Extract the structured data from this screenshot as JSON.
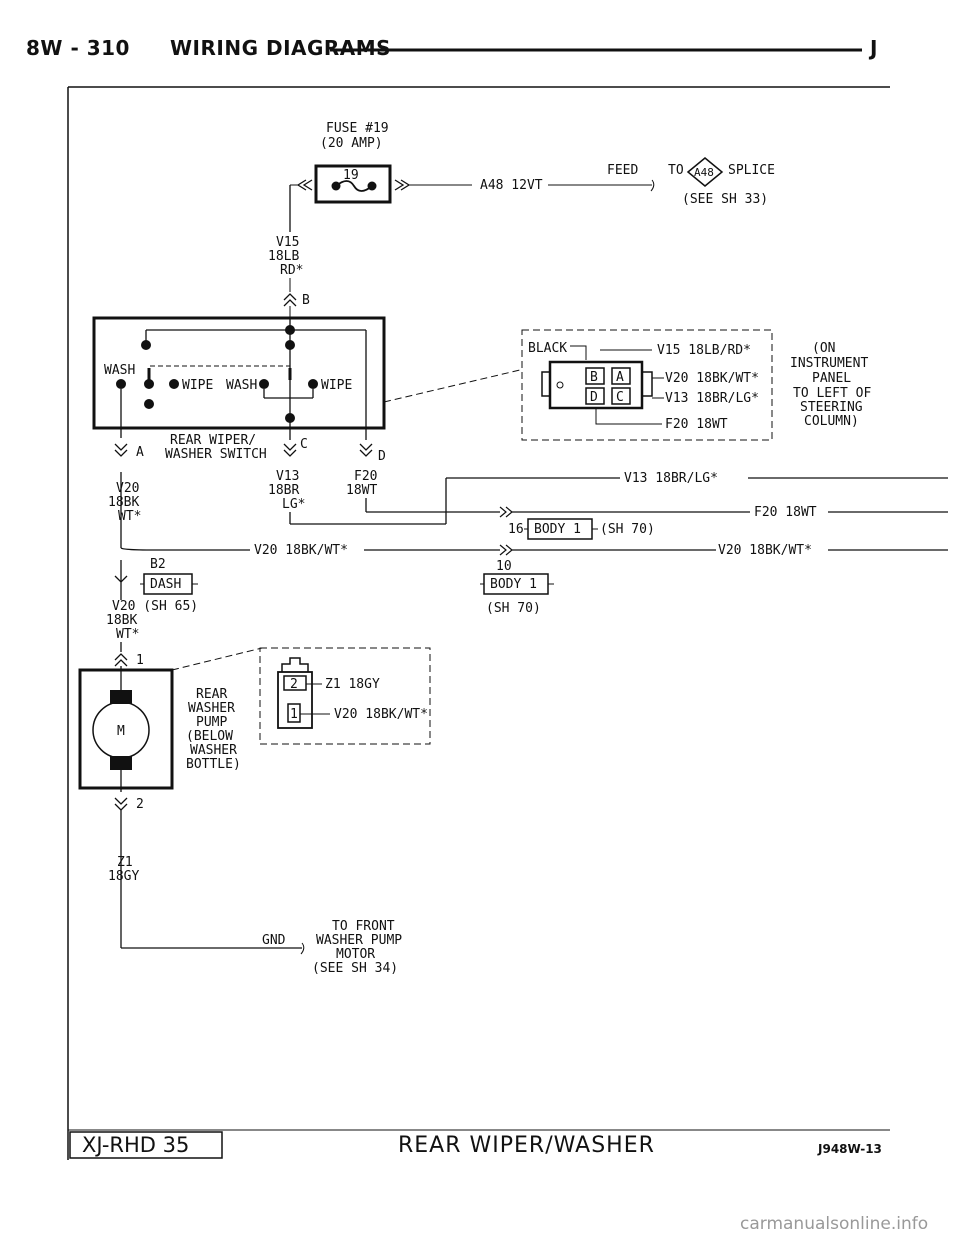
{
  "header": {
    "page_number": "8W - 310",
    "section": "WIRING DIAGRAMS",
    "code": "J"
  },
  "fuse": {
    "title": "FUSE #19",
    "rating": "(20 AMP)",
    "number": "19",
    "wire": "A48 12VT",
    "feed": "FEED",
    "to": "TO",
    "splice_id": "A48",
    "splice": "SPLICE",
    "see": "(SEE SH 33)"
  },
  "wire_v15": [
    "V15",
    "18LB",
    "RD*"
  ],
  "switch": {
    "pin_b": "B",
    "pin_a": "A",
    "pin_c": "C",
    "pin_d": "D",
    "wash_left": "WASH",
    "wipe_left": "WIPE",
    "wash_right": "WASH",
    "wipe_right": "WIPE",
    "name": [
      "REAR WIPER/",
      "WASHER SWITCH"
    ]
  },
  "connector_switch": {
    "color": "BLACK",
    "cavities": [
      "B",
      "A",
      "D",
      "C"
    ],
    "wires": [
      "V15 18LB/RD*",
      "V20 18BK/WT*",
      "V13 18BR/LG*",
      "F20 18WT"
    ],
    "location": [
      "(ON",
      "INSTRUMENT",
      "PANEL",
      "TO LEFT OF",
      "STEERING",
      "COLUMN)"
    ]
  },
  "wire_v20_a": [
    "V20",
    "18BK",
    "WT*"
  ],
  "wire_v13": [
    "V13",
    "18BR",
    "LG*"
  ],
  "wire_f20": [
    "F20",
    "18WT"
  ],
  "run_v13": "V13 18BR/LG*",
  "run_f20": "F20 18WT",
  "body_top": {
    "cavity": "16",
    "label": "BODY 1",
    "sheet": "(SH 70)"
  },
  "run_v20": "V20 18BK/WT*",
  "run_v20_right": "V20 18BK/WT*",
  "body_bottom": {
    "cavity": "10",
    "label": "BODY 1",
    "sheet": "(SH 70)"
  },
  "dash": {
    "cavity": "B2",
    "label": "DASH"
  },
  "wire_v20_b": [
    "V20 (SH 65)",
    "18BK",
    "WT*"
  ],
  "pump": {
    "pin_1": "1",
    "pin_2": "2",
    "motor": "M",
    "name": [
      "REAR",
      "WASHER",
      "PUMP",
      "(BELOW",
      "WASHER",
      "BOTTLE)"
    ]
  },
  "connector_pump": {
    "cavities": [
      "2",
      "1"
    ],
    "wires": [
      "Z1 18GY",
      "V20 18BK/WT*"
    ]
  },
  "wire_z1": [
    "Z1",
    "18GY"
  ],
  "ground": {
    "label": "GND",
    "to": [
      "TO FRONT",
      "WASHER PUMP",
      "MOTOR",
      "(SEE SH 34)"
    ]
  },
  "footer": {
    "sheet_id": "XJ-RHD 35",
    "title": "REAR WIPER/WASHER",
    "figure_code": "J948W-13"
  },
  "watermark": "carmanualsonline.info"
}
